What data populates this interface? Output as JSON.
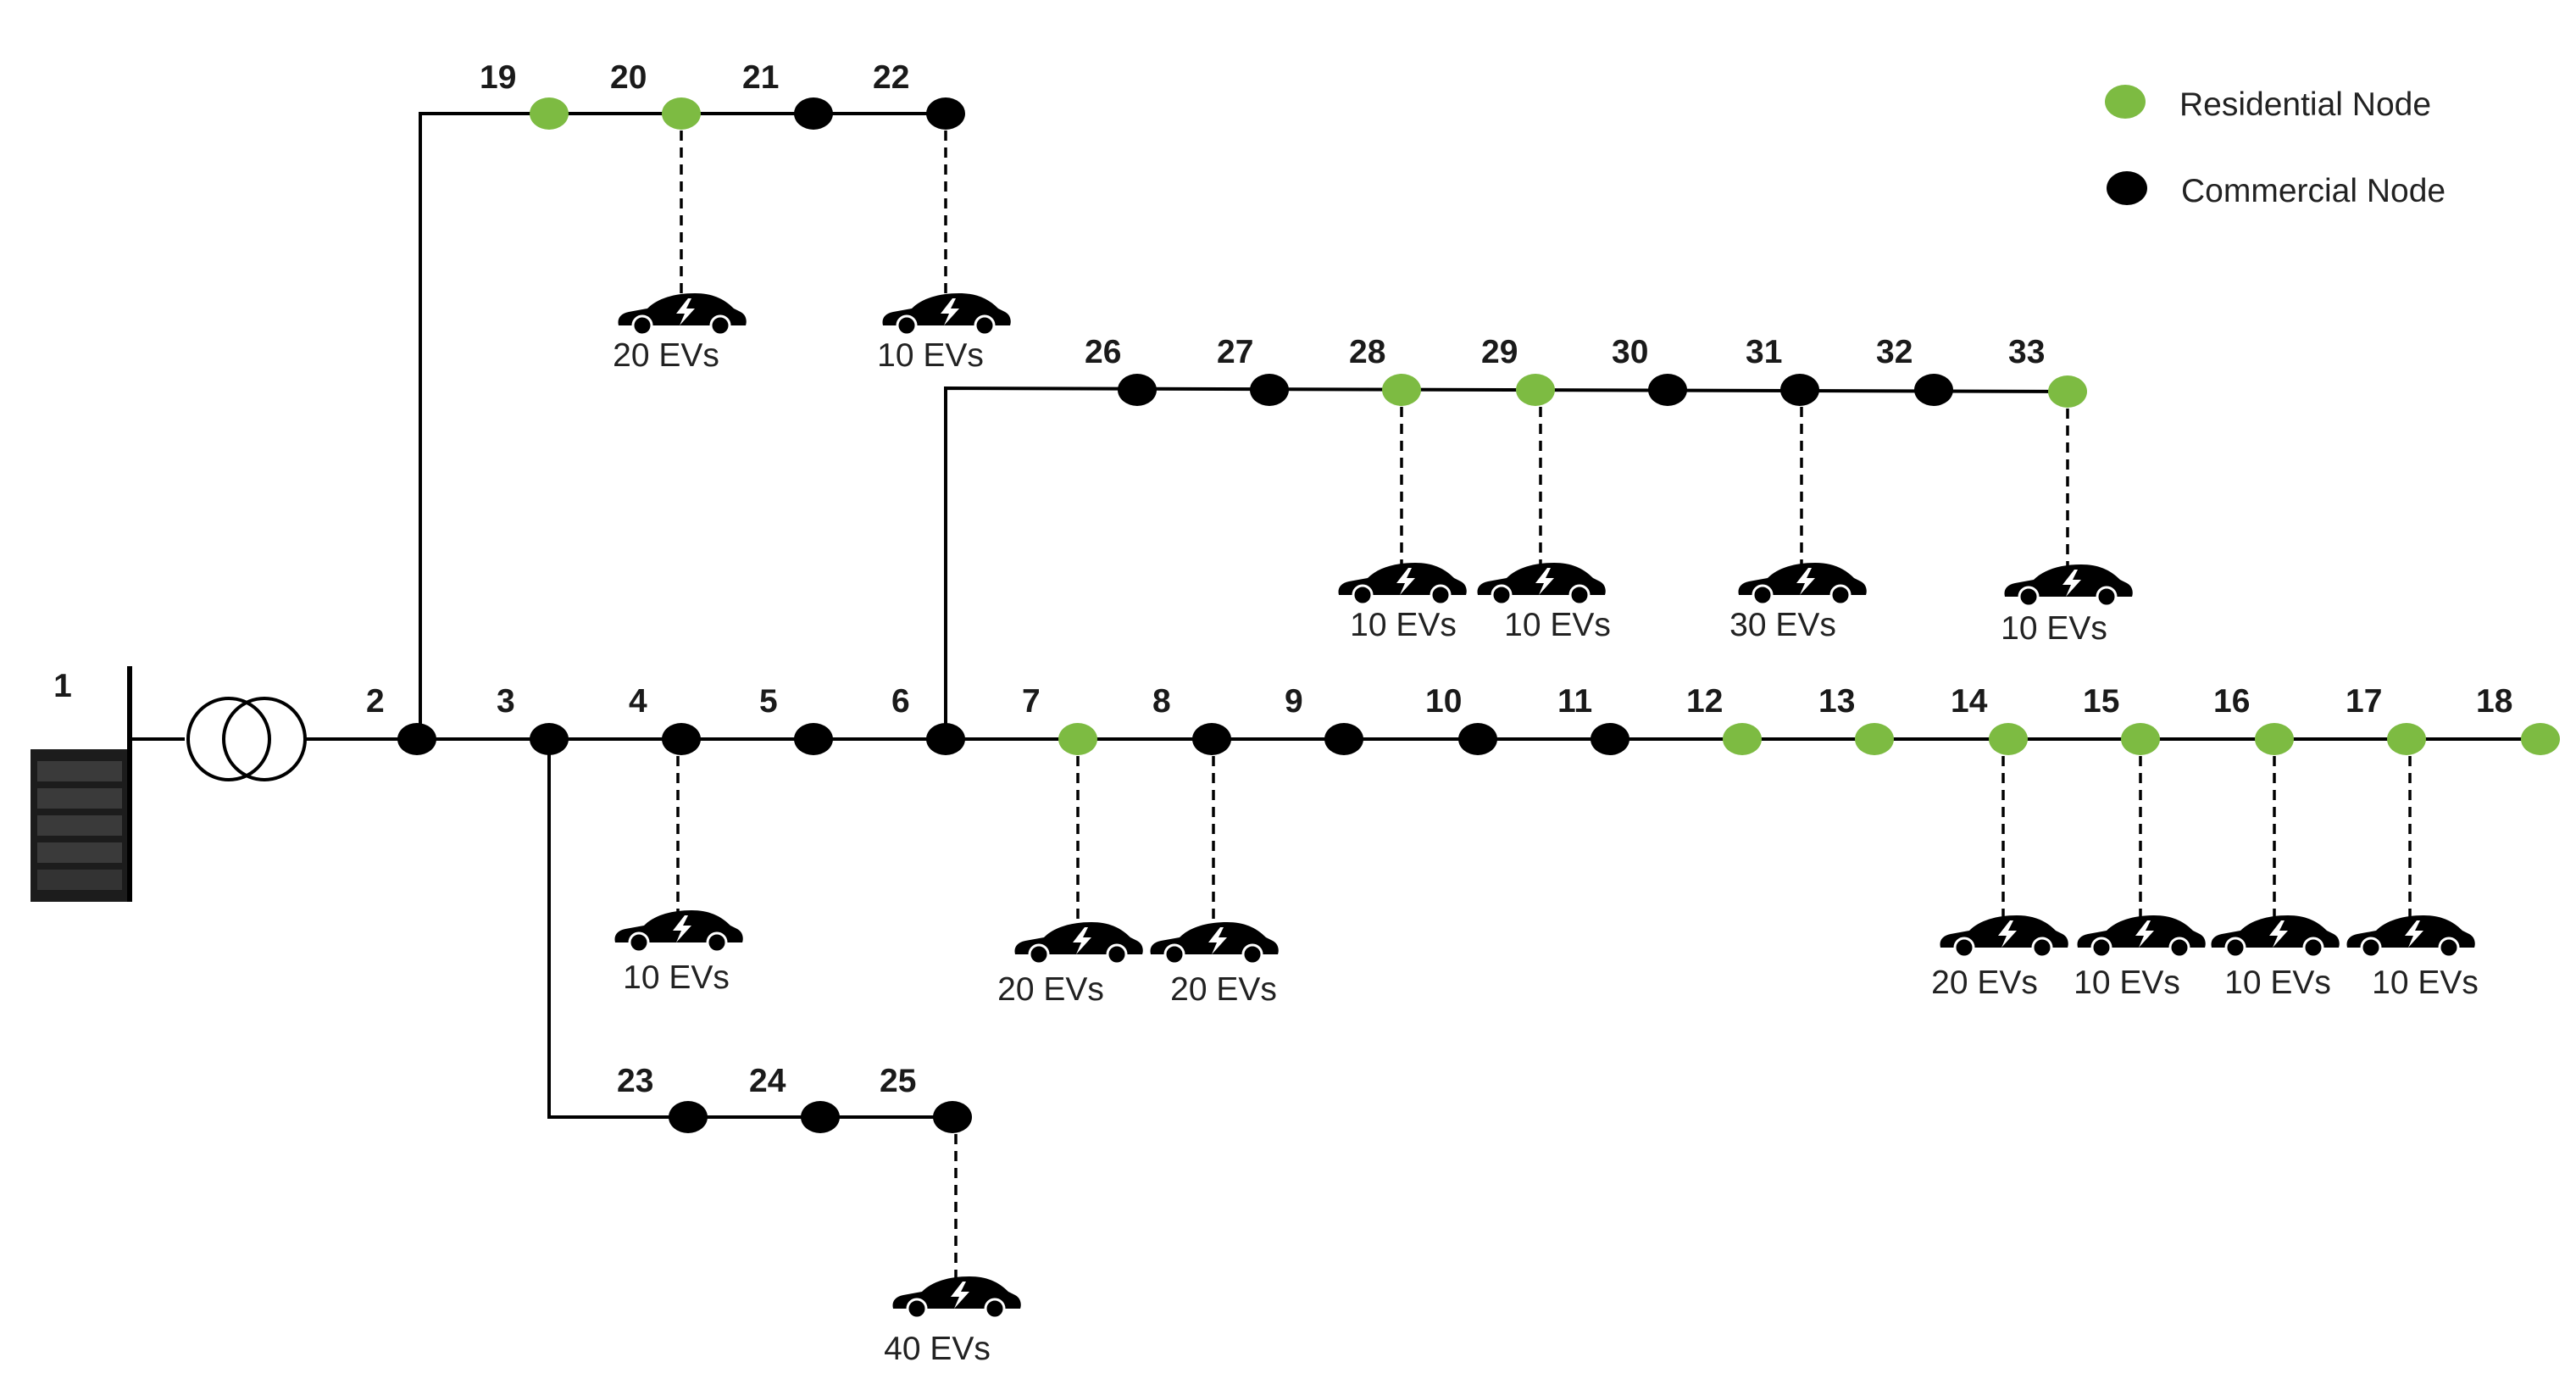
{
  "colors": {
    "residential": "#7dbb42",
    "commercial": "#000000",
    "line": "#000000",
    "background": "#ffffff"
  },
  "legend": {
    "residential_label": "Residential Node",
    "commercial_label": "Commercial Node"
  },
  "source": {
    "label": "1",
    "icon": "server-substation-icon",
    "transformer_icon": "transformer-icon"
  },
  "nodes": [
    {
      "id": "2",
      "type": "commercial"
    },
    {
      "id": "3",
      "type": "commercial"
    },
    {
      "id": "4",
      "type": "commercial"
    },
    {
      "id": "5",
      "type": "commercial"
    },
    {
      "id": "6",
      "type": "commercial"
    },
    {
      "id": "7",
      "type": "residential"
    },
    {
      "id": "8",
      "type": "commercial"
    },
    {
      "id": "9",
      "type": "commercial"
    },
    {
      "id": "10",
      "type": "commercial"
    },
    {
      "id": "11",
      "type": "commercial"
    },
    {
      "id": "12",
      "type": "residential"
    },
    {
      "id": "13",
      "type": "residential"
    },
    {
      "id": "14",
      "type": "residential"
    },
    {
      "id": "15",
      "type": "residential"
    },
    {
      "id": "16",
      "type": "residential"
    },
    {
      "id": "17",
      "type": "residential"
    },
    {
      "id": "18",
      "type": "residential"
    },
    {
      "id": "19",
      "type": "residential"
    },
    {
      "id": "20",
      "type": "residential"
    },
    {
      "id": "21",
      "type": "commercial"
    },
    {
      "id": "22",
      "type": "commercial"
    },
    {
      "id": "23",
      "type": "commercial"
    },
    {
      "id": "24",
      "type": "commercial"
    },
    {
      "id": "25",
      "type": "commercial"
    },
    {
      "id": "26",
      "type": "commercial"
    },
    {
      "id": "27",
      "type": "commercial"
    },
    {
      "id": "28",
      "type": "residential"
    },
    {
      "id": "29",
      "type": "residential"
    },
    {
      "id": "30",
      "type": "commercial"
    },
    {
      "id": "31",
      "type": "commercial"
    },
    {
      "id": "32",
      "type": "commercial"
    },
    {
      "id": "33",
      "type": "residential"
    }
  ],
  "ev_loads": [
    {
      "node": "20",
      "label": "20 EVs"
    },
    {
      "node": "22",
      "label": "10 EVs"
    },
    {
      "node": "28",
      "label": "10 EVs"
    },
    {
      "node": "29",
      "label": "10 EVs"
    },
    {
      "node": "31",
      "label": "30 EVs"
    },
    {
      "node": "33",
      "label": "10 EVs"
    },
    {
      "node": "4",
      "label": "10 EVs"
    },
    {
      "node": "7",
      "label": "20 EVs"
    },
    {
      "node": "8",
      "label": "20 EVs"
    },
    {
      "node": "14",
      "label": "20 EVs"
    },
    {
      "node": "15",
      "label": "10 EVs"
    },
    {
      "node": "16",
      "label": "10 EVs"
    },
    {
      "node": "17",
      "label": "10 EVs"
    },
    {
      "node": "25",
      "label": "40 EVs"
    }
  ]
}
